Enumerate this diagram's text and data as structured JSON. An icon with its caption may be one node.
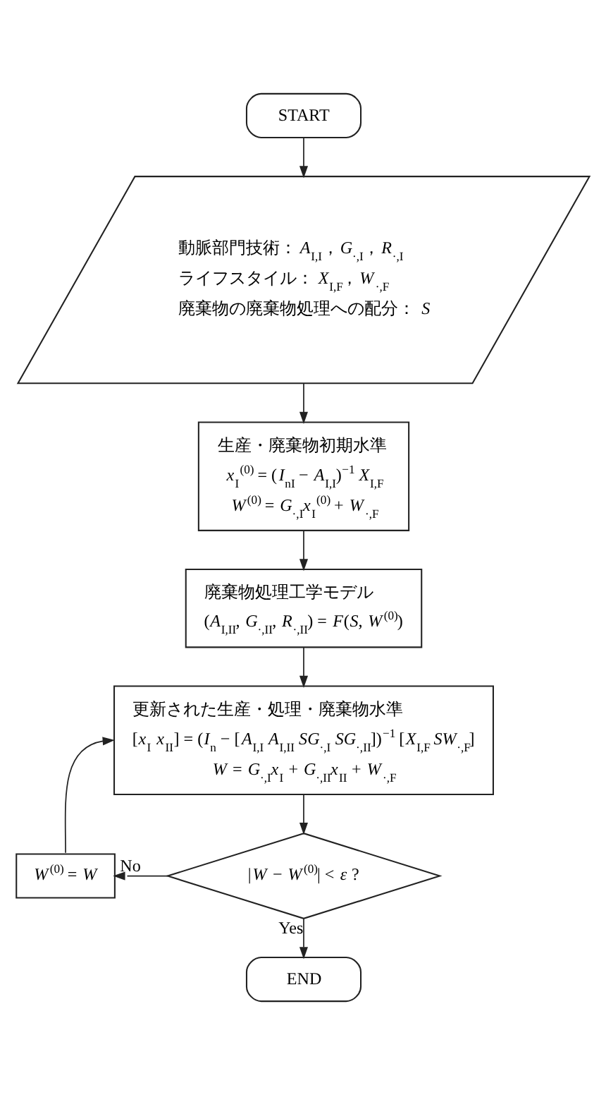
{
  "diagram": {
    "nodes": [
      {
        "text": [
          "START"
        ]
      },
      {
        "text": [
          "動脈部門技術：*A*$_{I,I}$，*G*$_{·,I}$，*R*$_{·,I}$",
          "ライフスタイル：*X*$_{I,F}$，*W*$_{·,F}$",
          "廃棄物の廃棄物処理への配分：*S*"
        ]
      },
      {
        "text": [
          "生産・廃棄物初期水準",
          "*x*$_{I}$$^{(0)}$ = (*I*$_{nI}$ − *A*$_{I,I}$)$^{−1}$ *X*$_{I,F}$",
          "*W*$^{(0)}$ = *G*$_{·,I}$*x*$_{I}$$^{(0)}$ + *W*$_{·,F}$"
        ]
      },
      {
        "text": [
          "廃棄物処理工学モデル",
          "(*A*$_{I,II}$, *G*$_{·,II}$, *R*$_{·,II}$) = *F*(*S*, *W*$^{(0)}$)"
        ]
      },
      {
        "text": [
          "更新された生産・処理・廃棄物水準",
          "[*x*$_{I}$ *x*$_{II}$] = (*I*$_{n}$ − [*A*$_{I,I}$ *A*$_{I,II}$ *SG*$_{·,I}$ *SG*$_{·,II}$])$^{−1}$ [*X*$_{I,F}$ *SW*$_{·,F}$]",
          "*W* = *G*$_{·,I}$*x*$_{I}$ + *G*$_{·,II}$*x*$_{II}$ + *W*$_{·,F}$"
        ]
      },
      {
        "text": [
          "|*W* − *W*$^{(0)}$| < *ε* ?"
        ]
      },
      {
        "text": [
          "*W*$^{(0)}$ = *W*"
        ]
      },
      {
        "text": [
          "END"
        ]
      }
    ],
    "edges": [
      {
        "from": 0,
        "to": 1,
        "arrow": "to"
      },
      {
        "from": 1,
        "to": 2,
        "arrow": "to"
      },
      {
        "from": 2,
        "to": 3,
        "arrow": "to"
      },
      {
        "from": 3,
        "to": 4,
        "arrow": "to"
      },
      {
        "from": 4,
        "to": 5,
        "arrow": "to"
      },
      {
        "from": 5,
        "to": 6,
        "label": "No",
        "arrow": "to"
      },
      {
        "from": 6,
        "to": 4,
        "arrow": "to"
      },
      {
        "from": 5,
        "to": 7,
        "label": "Yes",
        "arrow": "to"
      }
    ]
  }
}
